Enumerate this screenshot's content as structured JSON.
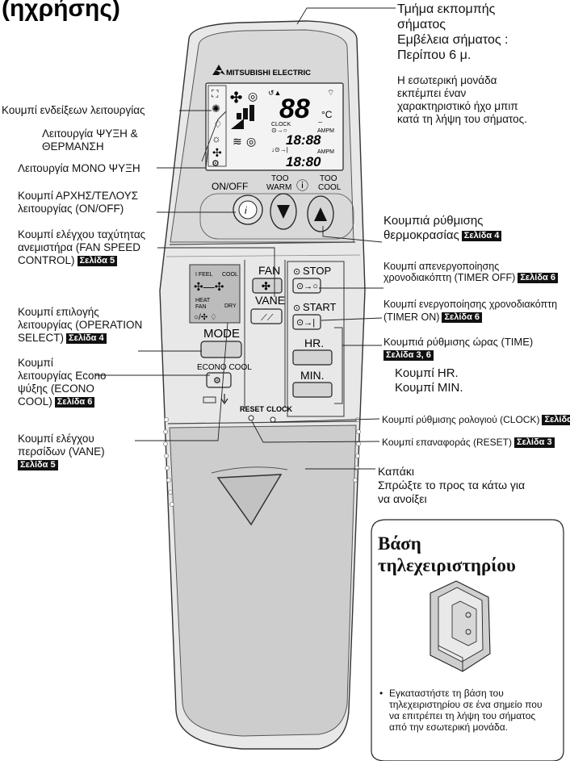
{
  "heading": "(ηχρήσης)",
  "brand": "MITSUBISHI ELECTRIC",
  "remote": {
    "display": {
      "temp": "88",
      "temp_unit": "°C",
      "clock_label": "CLOCK",
      "ampm": "AMPM",
      "time1": "18:88",
      "time2": "18:80"
    },
    "buttons": {
      "on_off": "ON/OFF",
      "too_warm_top": "TOO",
      "too_warm": "WARM",
      "too_cool_top": "TOO",
      "too_cool": "COOL",
      "fan": "FAN",
      "vane": "VANE",
      "mode": "MODE",
      "econo_cool": "ECONO COOL",
      "stop": "STOP",
      "start": "START",
      "hr": "HR.",
      "min": "MIN.",
      "reset": "RESET",
      "clock": "CLOCK"
    },
    "mode_panel": {
      "i_feel": "I FEEL",
      "cool": "COOL",
      "heat": "HEAT",
      "fan": "FAN",
      "dry": "DRY"
    }
  },
  "labels_left": {
    "operation_indicator": "Κουμπί ενδείξεων λειτουργίας",
    "cool_heat_1": "Λειτουργία ΨΥΞΗ &",
    "cool_heat_2": "ΘΕΡΜΑΝΣΗ",
    "cool_only": "Λειτουργία ΜΟΝΟ ΨΥΞΗ",
    "on_off_1": "Κουμπί ΑΡΧΗΣ/ΤΕΛΟΥΣ",
    "on_off_2": "λειτουργίας (ON/OFF)",
    "fan_1": "Κουμπί ελέγχου ταχύτητας",
    "fan_2": "ανεμιστήρα (FAN SPEED",
    "fan_3": "CONTROL)",
    "fan_page": "Σελίδα 5",
    "mode_1": "Κουμπί επιλογής",
    "mode_2": "λειτουργίας (OPERATION",
    "mode_3": "SELECT)",
    "mode_page": "Σελίδα 4",
    "econo_1": "Κουμπί",
    "econo_2": "λειτουργίας Econo",
    "econo_3": "ψύξης (ECONO",
    "econo_4": "COOL)",
    "econo_page": "Σελίδα 6",
    "vane_1": "Κουμπί ελέγχου",
    "vane_2": "περσίδων (VANE)",
    "vane_page": "Σελίδα 5"
  },
  "labels_right": {
    "emitter_1": "Τμήμα εκπομπής",
    "emitter_2": "σήματος",
    "emitter_3": "Εμβέλεια σήματος :",
    "emitter_4": "Περίπου 6 μ.",
    "emitter_5": "Η εσωτερική μονάδα",
    "emitter_6": "εκπέμπει έναν",
    "emitter_7": "χαρακτηριστικό ήχο μπιπ",
    "emitter_8": "κατά τη λήψη του σήματος.",
    "temp_1": "Κουμπιά ρύθμισης",
    "temp_2": "θερμοκρασίας",
    "temp_page": "Σελίδα 4",
    "timer_off_1": "Κουμπί απενεργοποίησης",
    "timer_off_2": "χρονοδιακόπτη (TIMER OFF)",
    "timer_off_page": "Σελίδα 6",
    "timer_on_1": "Κουμπί ενεργοποίησης χρονοδιακόπτη",
    "timer_on_2": "(TIMER ON)",
    "timer_on_page": "Σελίδα 6",
    "time_1": "Κουμπιά ρύθμισης ώρας (TIME)",
    "time_page": "Σελίδα 3, 6",
    "hr": "Κουμπί HR.",
    "min": "Κουμπί MIN.",
    "clock": "Κουμπί ρύθμισης ρολογιού (CLOCK)",
    "clock_page": "Σελίδα",
    "reset": "Κουμπί επαναφοράς (RESET)",
    "reset_page": "Σελίδα 3",
    "cover_1": "Καπάκι",
    "cover_2": "Σπρώξτε το προς τα κάτω για",
    "cover_3": "να ανοίξει"
  },
  "stand": {
    "title_1": "Βάση",
    "title_2": "τηλεχειριστηρίου",
    "note": "Εγκαταστήστε τη βάση του τηλεχειριστηρίου σε ένα σημείο που να επιτρέπει τη λήψη του σήματος από την εσωτερική μονάδα."
  }
}
